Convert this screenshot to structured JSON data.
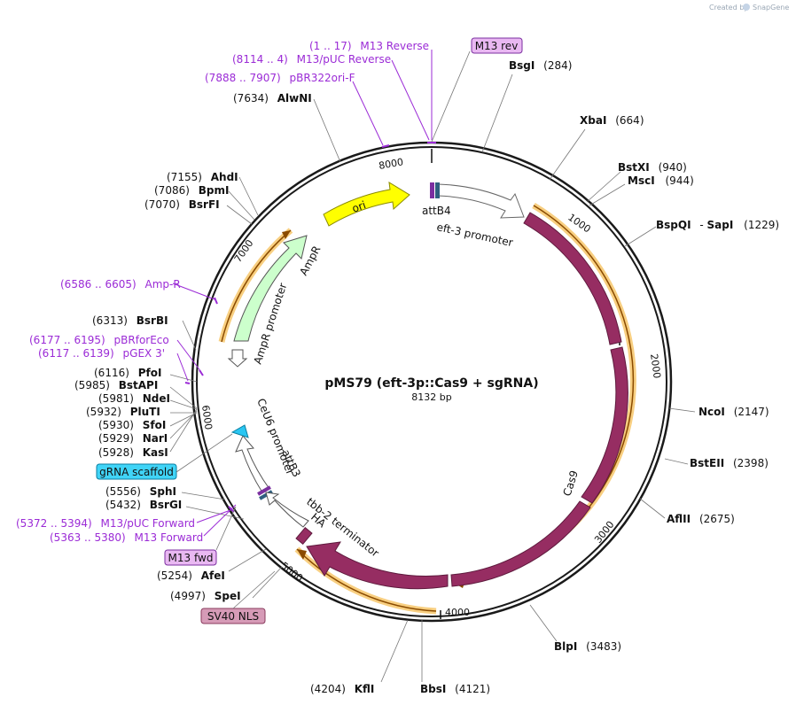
{
  "credit": {
    "text": "Created by",
    "brand": "SnapGene"
  },
  "plasmid": {
    "name": "pMS79 (eft-3p::Cas9 + sgRNA)",
    "size": "8132 bp"
  },
  "ticks": [
    "1000",
    "2000",
    "3000",
    "4000",
    "5000",
    "6000",
    "7000",
    "8000"
  ],
  "sites": [
    {
      "pos": "(284)",
      "name": "BsgI"
    },
    {
      "pos": "(664)",
      "name": "XbaI"
    },
    {
      "pos": "(940)",
      "name": "BstXI"
    },
    {
      "pos": "(944)",
      "name": "MscI"
    },
    {
      "pos": "(1229)",
      "name": "BspQI",
      "name2": "SapI"
    },
    {
      "pos": "(2147)",
      "name": "NcoI"
    },
    {
      "pos": "(2398)",
      "name": "BstEII"
    },
    {
      "pos": "(2675)",
      "name": "AflII"
    },
    {
      "pos": "(3483)",
      "name": "BlpI"
    },
    {
      "pos": "(4121)",
      "name": "BbsI"
    },
    {
      "pos": "(4204)",
      "name": "KflI"
    },
    {
      "pos": "(4997)",
      "name": "SpeI"
    },
    {
      "pos": "(5254)",
      "name": "AfeI"
    },
    {
      "pos": "(5432)",
      "name": "BsrGI"
    },
    {
      "pos": "(5556)",
      "name": "SphI"
    },
    {
      "pos": "(5928)",
      "name": "KasI"
    },
    {
      "pos": "(5929)",
      "name": "NarI"
    },
    {
      "pos": "(5930)",
      "name": "SfoI"
    },
    {
      "pos": "(5932)",
      "name": "PluTI"
    },
    {
      "pos": "(5981)",
      "name": "NdeI"
    },
    {
      "pos": "(5985)",
      "name": "BstAPI"
    },
    {
      "pos": "(6116)",
      "name": "PfoI"
    },
    {
      "pos": "(6313)",
      "name": "BsrBI"
    },
    {
      "pos": "(7070)",
      "name": "BsrFI"
    },
    {
      "pos": "(7086)",
      "name": "BpmI"
    },
    {
      "pos": "(7155)",
      "name": "AhdI"
    },
    {
      "pos": "(7634)",
      "name": "AlwNI"
    }
  ],
  "primers": [
    {
      "range": "(1 .. 17)",
      "name": "M13 Reverse"
    },
    {
      "range": "(8114 .. 4)",
      "name": "M13/pUC Reverse"
    },
    {
      "range": "(7888 .. 7907)",
      "name": "pBR322ori-F"
    },
    {
      "range": "(6586 .. 6605)",
      "name": "Amp-R"
    },
    {
      "range": "(6177 .. 6195)",
      "name": "pBRforEco"
    },
    {
      "range": "(6117 .. 6139)",
      "name": "pGEX 3'"
    },
    {
      "range": "(5372 .. 5394)",
      "name": "M13/pUC Forward"
    },
    {
      "range": "(5363 .. 5380)",
      "name": "M13 Forward"
    }
  ],
  "boxes": {
    "m13rev": "M13 rev",
    "grna": "gRNA scaffold",
    "m13fwd": "M13 fwd",
    "sv40": "SV40 NLS"
  },
  "features": {
    "attB4": "attB4",
    "eft3": "eft-3 promoter",
    "cas9": "Cas9",
    "tbb2": "tbb-2 terminator",
    "ha": "HA",
    "attB3": "attB3",
    "ceu6": "CeU6 promoter",
    "amprp": "AmpR promoter",
    "ampr": "AmpR",
    "ori": "ori"
  },
  "colors": {
    "cas9": "#962d62",
    "orf": "#f2a71a",
    "ori": "#ffff00",
    "ampr": "#ccffcc",
    "grna": "#29c6f2",
    "primer": "#9b2bd6",
    "attB": "#2f5f7f"
  }
}
